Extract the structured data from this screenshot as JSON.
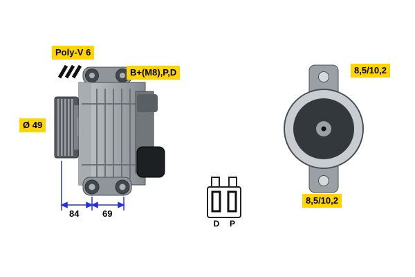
{
  "labels": {
    "pulley_type": "Poly-V 6",
    "terminals": "B+(M8),P,D",
    "pulley_diameter": "Ø 49",
    "dimension_84": "84",
    "dimension_69": "69",
    "mounting_hole_top": "8,5/10,2",
    "mounting_hole_bottom": "8,5/10,2",
    "connector_pin_left": "D",
    "connector_pin_right": "P"
  },
  "colors": {
    "label_background": "#ffd500",
    "dimension_line": "#2531d8"
  }
}
